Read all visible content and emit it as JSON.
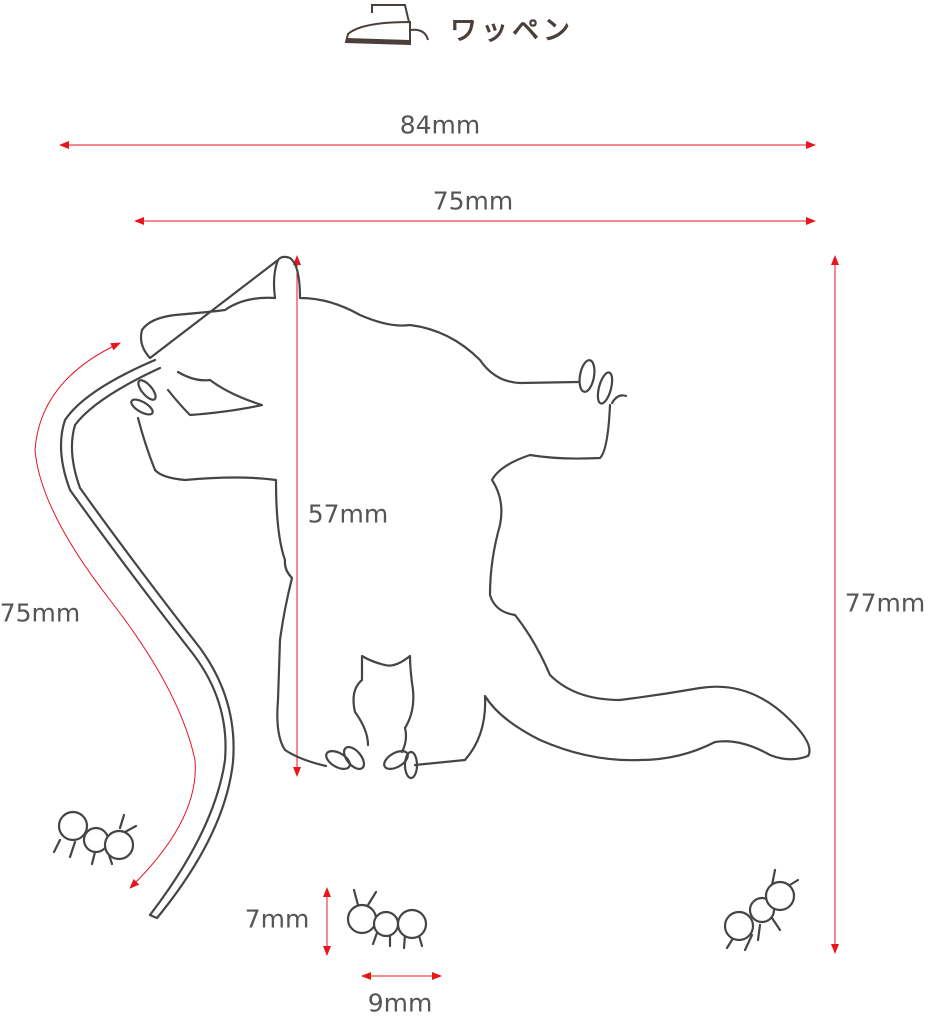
{
  "header": {
    "title": "ワッペン",
    "icon": "iron-icon"
  },
  "dimensions": {
    "total_width": "84mm",
    "body_width": "75mm",
    "body_height": "57mm",
    "total_height": "77mm",
    "tail_length": "75mm",
    "ant_height": "7mm",
    "ant_width": "9mm"
  },
  "colors": {
    "dimension_line": "#e8141e",
    "outline": "#454545",
    "text": "#555555",
    "title": "#4a3f3a"
  }
}
